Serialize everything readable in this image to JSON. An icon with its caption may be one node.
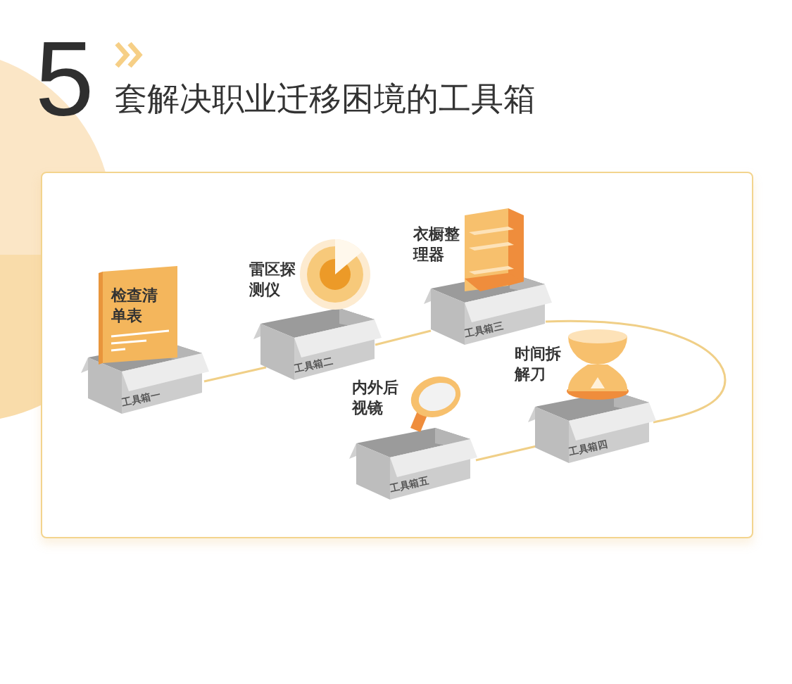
{
  "diagram": {
    "title": "套解决职业迁移困境的工具箱",
    "nodes": [
      {
        "text": [
          "检查清单表",
          "工具箱一"
        ]
      },
      {
        "text": [
          "雷区探测仪",
          "工具箱二"
        ]
      },
      {
        "text": [
          "衣橱整理器",
          "工具箱三"
        ]
      },
      {
        "text": [
          "时间拆解刀",
          "工具箱四"
        ]
      },
      {
        "text": [
          "内外后视镜",
          "工具箱五"
        ]
      }
    ],
    "edges": [
      {
        "from": 0,
        "to": 1,
        "arrow": "none"
      },
      {
        "from": 1,
        "to": 2,
        "arrow": "none"
      },
      {
        "from": 2,
        "to": 3,
        "arrow": "none"
      },
      {
        "from": 3,
        "to": 4,
        "arrow": "none"
      }
    ],
    "labels": [
      "5"
    ]
  }
}
